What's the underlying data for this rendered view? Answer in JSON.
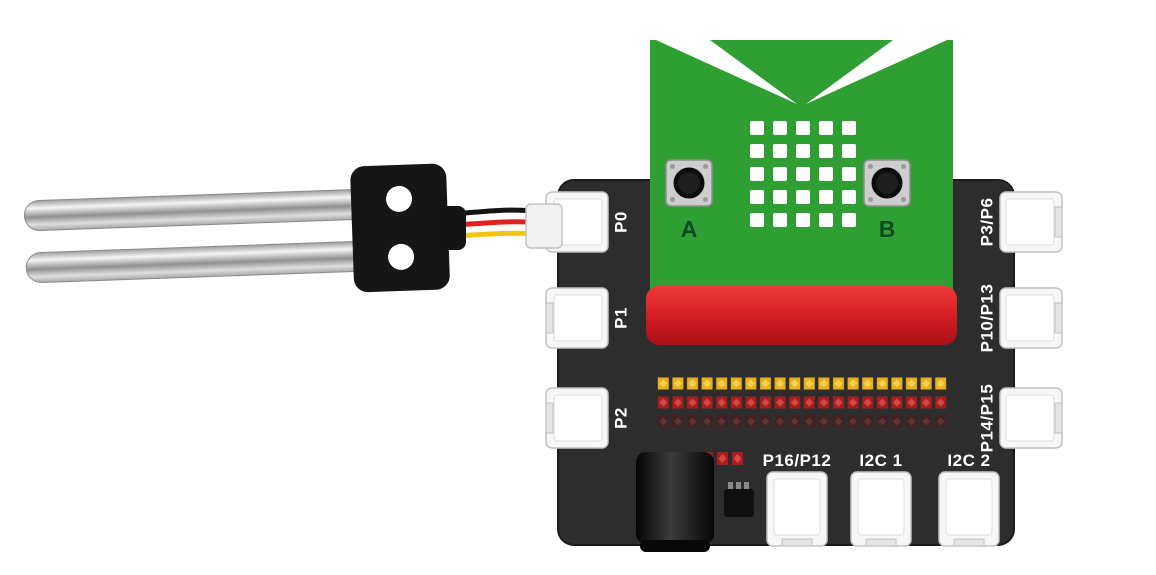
{
  "diagram": {
    "kind": "hardware-wiring-diagram",
    "description": "Soil moisture sensor connected by a three-wire cable to port P0 of a micro:bit breakout board"
  },
  "sensor": {
    "type": "soil-moisture-sensor",
    "wire_colors": [
      "black",
      "red",
      "yellow"
    ]
  },
  "microbit": {
    "button_a_label": "A",
    "button_b_label": "B",
    "led_rows": 5,
    "led_cols": 5
  },
  "breakout": {
    "left_ports": [
      "P0",
      "P1",
      "P2"
    ],
    "right_ports": [
      "P3/P6",
      "P10/P13",
      "P14/P15"
    ],
    "bottom_ports": [
      "P16/P12",
      "I2C 1",
      "I2C 2"
    ]
  },
  "colors": {
    "background": "#ffffff",
    "board_black": "#2d2d2d",
    "microbit_green": "#2f9e33",
    "slot_red": "#d51d24",
    "socket_white": "#f7f7f7",
    "port_label": "#ffffff",
    "button_label": "#0e4a21",
    "wire_black": "#141414",
    "wire_red": "#e02121",
    "wire_yellow": "#f3c512",
    "header_yellow": "#e9af1f",
    "header_red": "#a81d1d",
    "header_dark": "#402222"
  }
}
